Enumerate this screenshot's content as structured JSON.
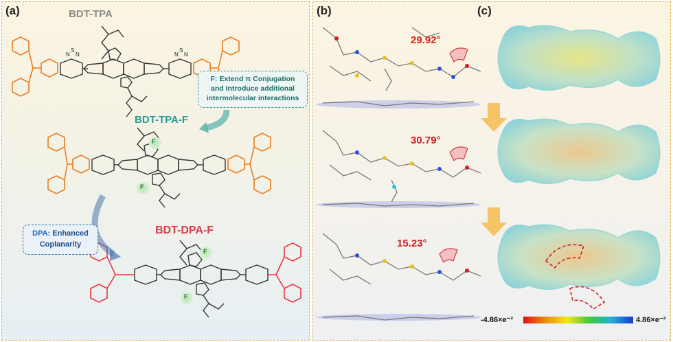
{
  "panels": {
    "a_label": "(a)",
    "b_label": "(b)",
    "c_label": "(c)"
  },
  "molecules": {
    "tpa": "BDT-TPA",
    "tpa_f": "BDT-TPA-F",
    "dpa_f": "BDT-DPA-F"
  },
  "annotations": {
    "f_prefix": "F:",
    "f_text_1": " Extend π Conjugation",
    "f_text_2": "and Introduce additional",
    "f_text_3": "intermolecular interactions",
    "dpa_prefix": "DPA:",
    "dpa_text_1": " Enhanced",
    "dpa_text_2": "Coplanarity",
    "atom_f": "F"
  },
  "angles": {
    "tpa": "29.92°",
    "tpa_f": "30.79°",
    "dpa_f": "15.23°"
  },
  "colorbar": {
    "min_label": "-4.86×e⁻²",
    "max_label": "4.86×e⁻²"
  },
  "colors": {
    "tpa_title": "#8a8a8a",
    "tpa_f_title": "#2a9a94",
    "dpa_f_title": "#e0394a",
    "orange_unit": "#ec7b1d",
    "red_unit": "#e8363f"
  }
}
